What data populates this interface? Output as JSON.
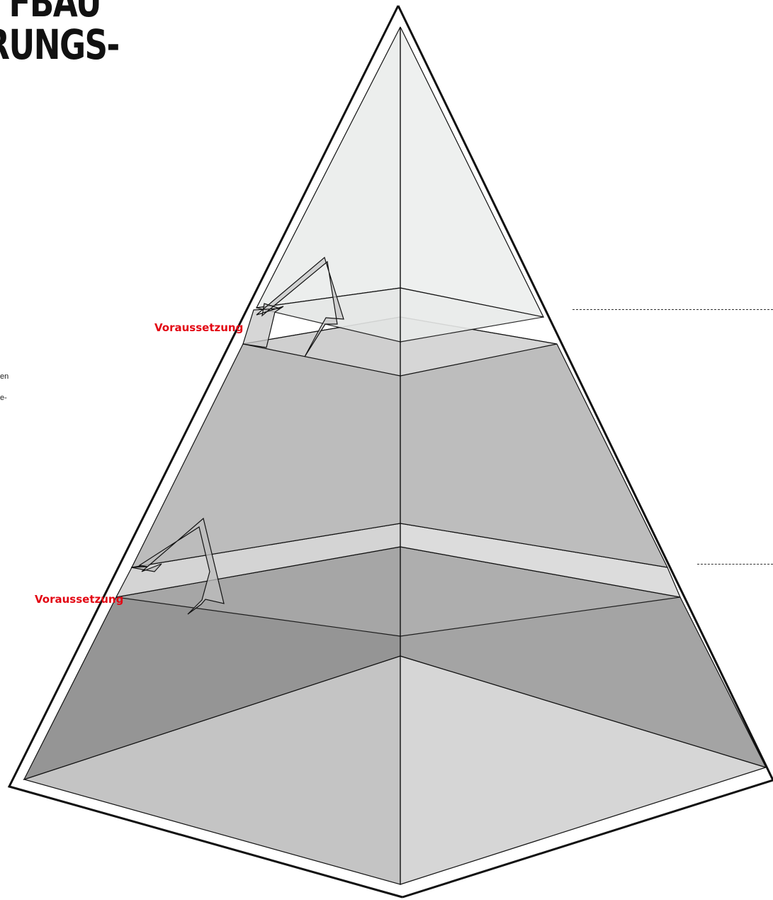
{
  "title": {
    "line1": "FBAU",
    "line2": "RUNGS-"
  },
  "side_text": {
    "line1": "en",
    "line2": "e-"
  },
  "labels": {
    "upper_prerequisite": "Voraussetzung",
    "lower_prerequisite": "Voraussetzung"
  },
  "colors": {
    "accent_red": "#e30613",
    "top_layer_fill": "#eef0ef",
    "middle_layer_fill": "#bcbcbc",
    "bottom_layer_left": "#959595",
    "bottom_layer_right": "#a4a4a4",
    "base_left": "#c4c4c4",
    "base_right": "#d6d6d6",
    "outline": "#111111"
  }
}
